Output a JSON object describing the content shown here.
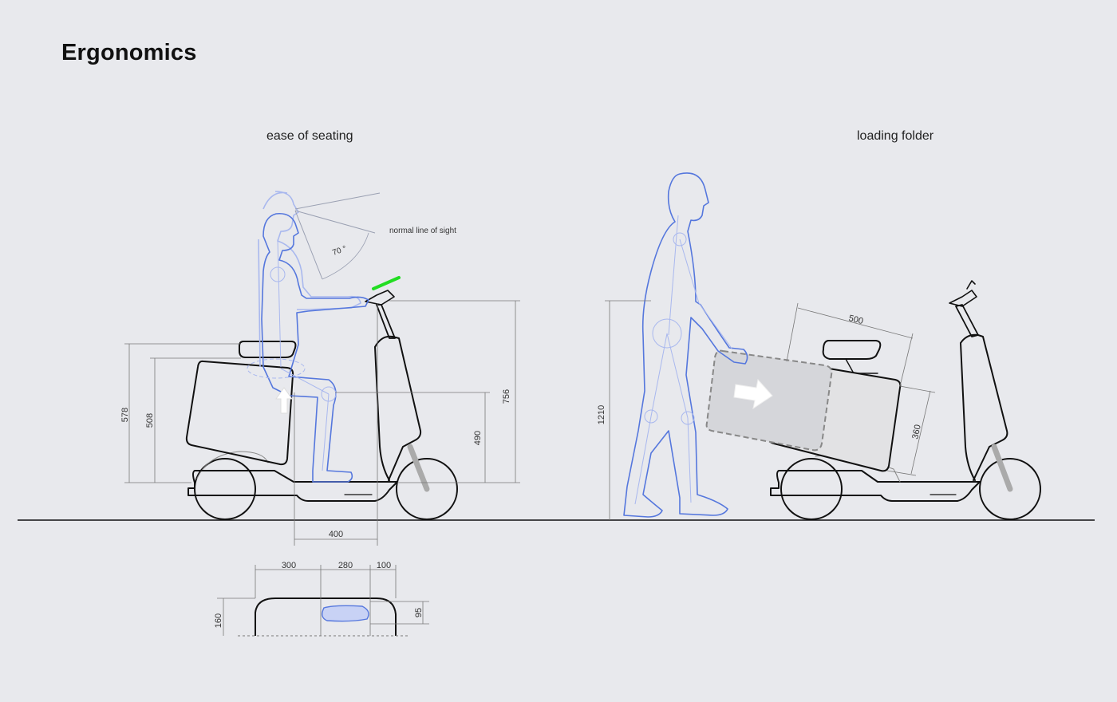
{
  "page": {
    "title": "Ergonomics"
  },
  "sections": {
    "seating": {
      "title": "ease of seating",
      "sight_label": "normal line of sight",
      "angle_label": "70 °",
      "dimensions": {
        "seat_height_outer": "578",
        "seat_height_inner": "508",
        "handle_height": "756",
        "footrest_height": "490",
        "seat_to_bar": "400"
      }
    },
    "loading": {
      "title": "loading folder",
      "dimensions": {
        "rider_height": "1210",
        "folder_width": "500",
        "folder_height": "360"
      }
    },
    "seat_section": {
      "dimensions": {
        "left_width": "300",
        "mid_width": "280",
        "right_width": "100",
        "total_height": "160",
        "cushion_height": "95"
      }
    }
  },
  "colors": {
    "background": "#e8e9ed",
    "line": "#111111",
    "figure": "#5577dd",
    "figure_faint": "#a9b8ee",
    "dimension": "#666666",
    "accent_green": "#22dd22",
    "folder_fill": "#e2e2e4"
  },
  "icons": {
    "arrow": "arrow-right-icon",
    "arrow_up": "arrow-up-icon"
  }
}
